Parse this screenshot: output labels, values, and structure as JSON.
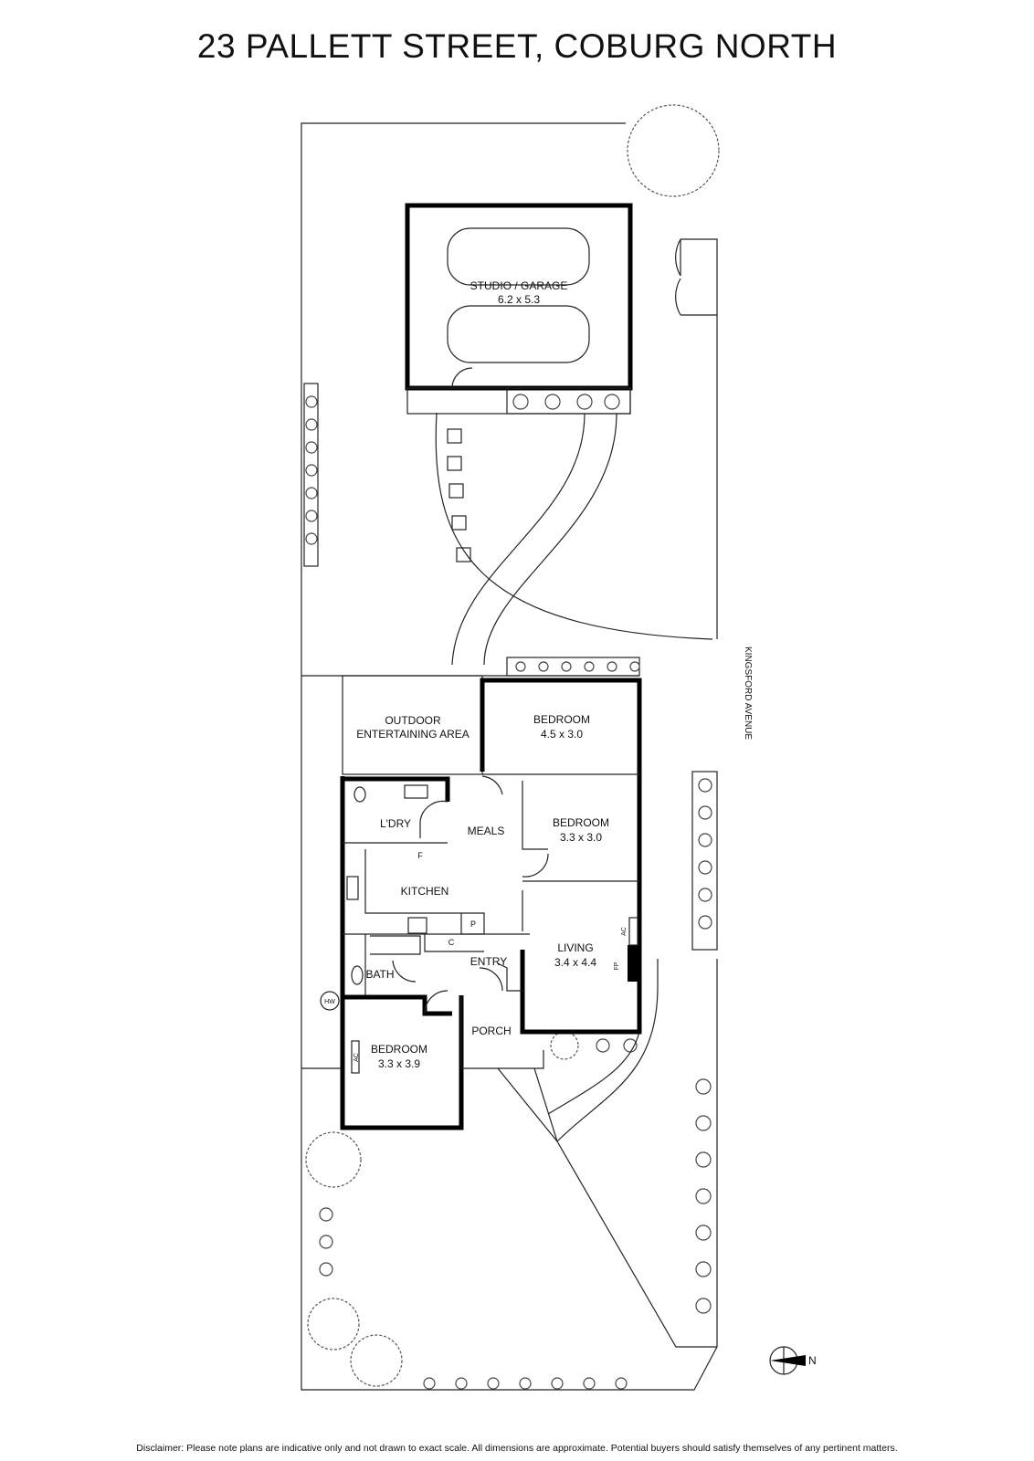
{
  "title": "23 PALLETT STREET, COBURG NORTH",
  "street_label": "KINGSFORD AVENUE",
  "compass_label": "N",
  "rooms": {
    "garage": {
      "name": "STUDIO / GARAGE",
      "size": "6.2 x 5.3"
    },
    "outdoor": {
      "name1": "OUTDOOR",
      "name2": "ENTERTAINING AREA"
    },
    "bedroom1": {
      "name": "BEDROOM",
      "size": "4.5 x 3.0"
    },
    "laundry": {
      "name": "L'DRY"
    },
    "meals": {
      "name": "MEALS"
    },
    "bedroom2": {
      "name": "BEDROOM",
      "size": "3.3 x 3.0"
    },
    "kitchen": {
      "name": "KITCHEN"
    },
    "entry": {
      "name": "ENTRY"
    },
    "living": {
      "name": "LIVING",
      "size": "3.4 x 4.4"
    },
    "bath": {
      "name": "BATH"
    },
    "porch": {
      "name": "PORCH"
    },
    "bedroom3": {
      "name": "BEDROOM",
      "size": "3.3 x 3.9"
    }
  },
  "fixtures": {
    "fridge": "F",
    "pantry": "P",
    "cupboard": "C",
    "hot_water": "HW",
    "ac1": "AC",
    "ac2": "AC",
    "fireplace": "FP"
  },
  "disclaimer": "Disclaimer: Please note plans are indicative only and not drawn to exact scale. All dimensions are approximate. Potential buyers should satisfy themselves of any pertinent matters."
}
